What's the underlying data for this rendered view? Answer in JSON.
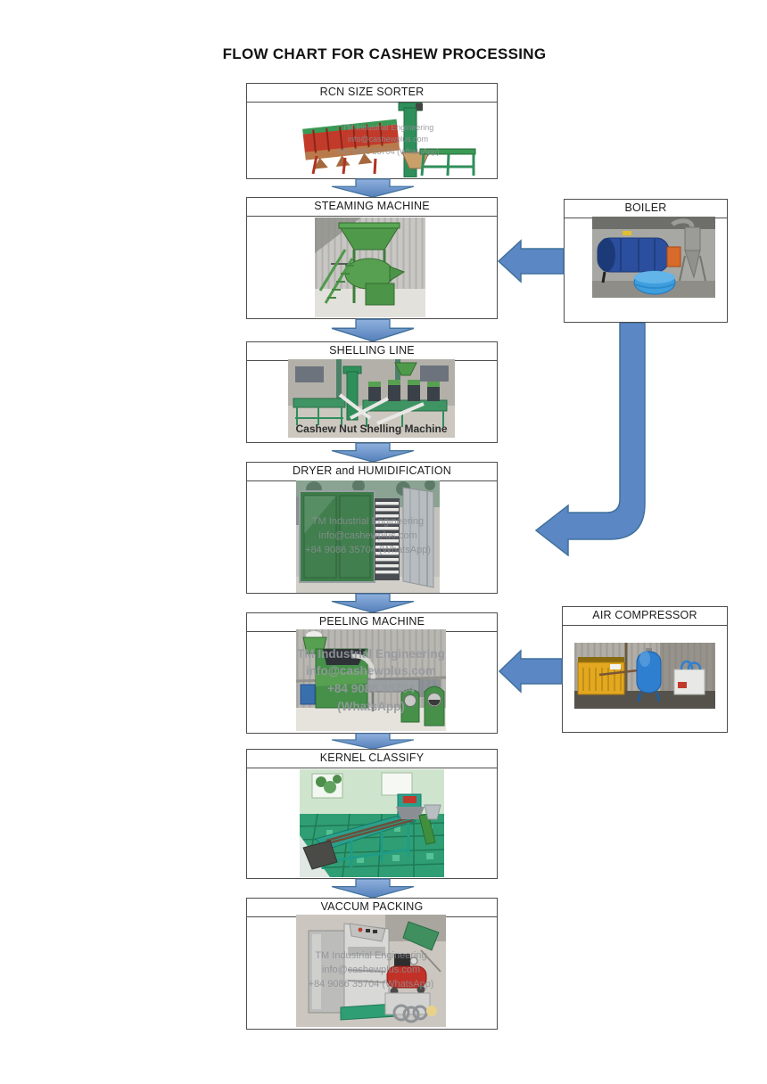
{
  "page": {
    "title": "FLOW CHART FOR CASHEW PROCESSING"
  },
  "watermark": {
    "line1": "TM Industrial Engineering",
    "line2": "info@cashewplus.com",
    "line3": "+84 9086 35704 (WhatsApp)"
  },
  "flow": {
    "steps": [
      {
        "label": "RCN SIZE SORTER"
      },
      {
        "label": "STEAMING MACHINE"
      },
      {
        "label": "SHELLING LINE",
        "caption": "Cashew Nut Shelling Machine"
      },
      {
        "label": "DRYER and HUMIDIFICATION"
      },
      {
        "label": "PEELING MACHINE"
      },
      {
        "label": "KERNEL CLASSIFY"
      },
      {
        "label": "VACCUM PACKING"
      }
    ],
    "side_boxes": [
      {
        "label": "BOILER"
      },
      {
        "label": "AIR COMPRESSOR"
      }
    ]
  },
  "colors": {
    "arrow_fill": "#5b87c5",
    "arrow_border": "#41719c",
    "box_border": "#4d4d4d",
    "machine_green": "#46904a",
    "classify_teal": "#2aa08c",
    "boiler_blue": "#2b4f9e",
    "compressor_yellow": "#e3a820"
  }
}
